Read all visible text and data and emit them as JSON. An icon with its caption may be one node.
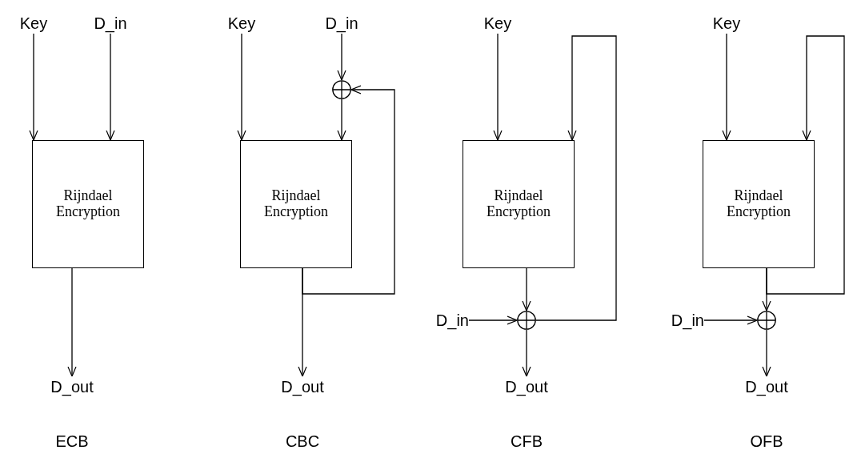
{
  "diagram": {
    "nodes": [
      {
        "text": [
          "Key"
        ]
      },
      {
        "text": [
          "D_in"
        ]
      },
      {
        "text": [
          "Rijndael Encryption"
        ]
      },
      {
        "text": [
          "D_out"
        ]
      },
      {
        "text": [
          "Key"
        ]
      },
      {
        "text": [
          "D_in"
        ]
      },
      {
        "text": [],
        "shape": "circle"
      },
      {
        "text": [
          "Rijndael Encryption"
        ]
      },
      {
        "text": [
          "D_out"
        ]
      },
      {
        "text": [
          "Key"
        ]
      },
      {
        "text": [
          "Rijndael Encryption"
        ]
      },
      {
        "text": [
          "D_in"
        ]
      },
      {
        "text": [],
        "shape": "circle"
      },
      {
        "text": [
          "D_out"
        ]
      },
      {
        "text": [
          "Key"
        ]
      },
      {
        "text": [
          "Rijndael Encryption"
        ]
      },
      {
        "text": [
          "D_in"
        ]
      },
      {
        "text": [],
        "shape": "circle"
      },
      {
        "text": [
          "D_out"
        ]
      }
    ],
    "edges": [
      {
        "from": 0,
        "to": 2,
        "arrow": "to"
      },
      {
        "from": 1,
        "to": 2,
        "arrow": "to"
      },
      {
        "from": 2,
        "to": 3,
        "arrow": "to"
      },
      {
        "from": 4,
        "to": 7,
        "arrow": "to"
      },
      {
        "from": 5,
        "to": 6,
        "arrow": "to"
      },
      {
        "from": 6,
        "to": 7,
        "arrow": "to"
      },
      {
        "from": 7,
        "to": 8,
        "arrow": "to"
      },
      {
        "from": 7,
        "to": 6,
        "arrow": "to"
      },
      {
        "from": 9,
        "to": 10,
        "arrow": "to"
      },
      {
        "from": 10,
        "to": 12,
        "arrow": "to"
      },
      {
        "from": 11,
        "to": 12,
        "arrow": "to"
      },
      {
        "from": 12,
        "to": 13,
        "arrow": "to"
      },
      {
        "from": 12,
        "to": 10,
        "arrow": "to"
      },
      {
        "from": 14,
        "to": 15,
        "arrow": "to"
      },
      {
        "from": 15,
        "to": 17,
        "arrow": "to"
      },
      {
        "from": 16,
        "to": 17,
        "arrow": "to"
      },
      {
        "from": 17,
        "to": 18,
        "arrow": "to"
      },
      {
        "from": 15,
        "to": 15,
        "arrow": "to"
      }
    ],
    "labels": [
      "ECB",
      "CBC",
      "CFB",
      "OFB"
    ]
  }
}
